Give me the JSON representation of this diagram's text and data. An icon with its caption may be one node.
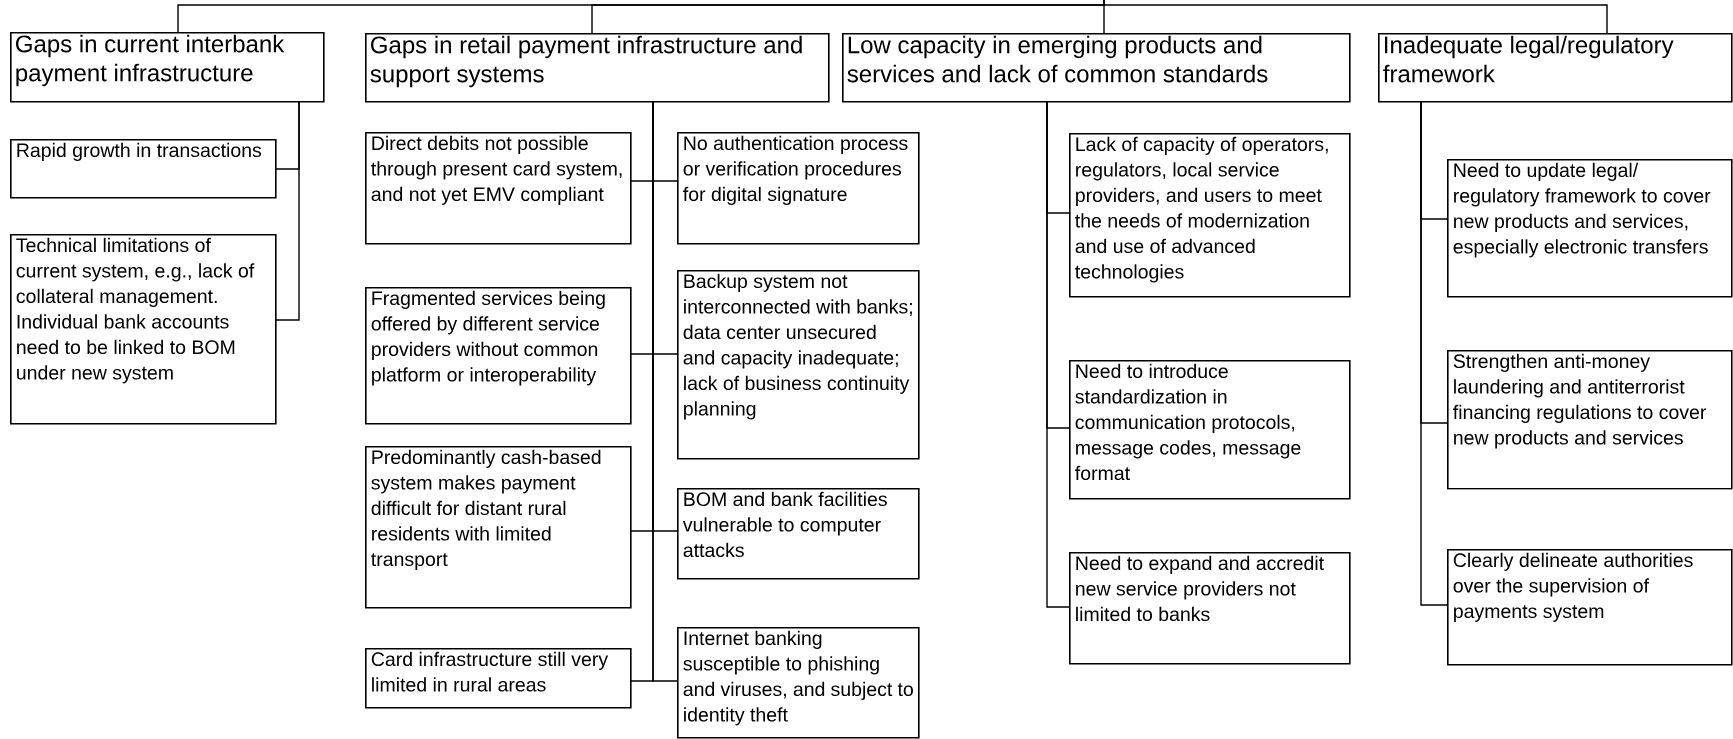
{
  "diagram": {
    "nodes": [
      {
        "text": [
          "Gaps in current interbank payment infrastructure"
        ]
      },
      {
        "text": [
          "Gaps in retail payment infrastructure and support systems"
        ]
      },
      {
        "text": [
          "Low capacity in emerging products and services and lack of common standards"
        ]
      },
      {
        "text": [
          "Inadequate legal/regulatory framework"
        ]
      },
      {
        "text": [
          "Rapid growth in transactions"
        ]
      },
      {
        "text": [
          "Technical limitations of current system, e.g., lack of collateral management. Individual bank accounts need to be linked to BOM under new system"
        ]
      },
      {
        "text": [
          "Direct debits not possible through present card system, and not yet EMV compliant"
        ]
      },
      {
        "text": [
          "No authentication process or verification procedures for digital signature"
        ]
      },
      {
        "text": [
          "Fragmented services being offered by different service providers without common platform or interoperability"
        ]
      },
      {
        "text": [
          "Backup system not interconnected with banks; data center unsecured and capacity inadequate; lack of business continuity planning"
        ]
      },
      {
        "text": [
          "Predominantly cash-based system makes payment difficult for distant rural residents with limited transport"
        ]
      },
      {
        "text": [
          "BOM and bank facilities vulnerable to computer attacks"
        ]
      },
      {
        "text": [
          "Card infrastructure still very limited in rural areas"
        ]
      },
      {
        "text": [
          "Internet banking susceptible to phishing and viruses, and subject to identity theft"
        ]
      },
      {
        "text": [
          "Lack of capacity of operators, regulators, local service providers, and users to meet the needs of modernization and use of advanced technologies"
        ]
      },
      {
        "text": [
          "Need to introduce standardization in communication protocols, message codes, message format"
        ]
      },
      {
        "text": [
          "Need to expand and accredit new service providers not limited to banks"
        ]
      },
      {
        "text": [
          "Need to update legal/ regulatory framework to cover new products and services, especially electronic transfers"
        ]
      },
      {
        "text": [
          "Strengthen anti-money laundering and antiterrorist financing regulations to cover new products and services"
        ]
      },
      {
        "text": [
          "Clearly delineate authorities over the supervision of payments system"
        ]
      }
    ],
    "edges": [
      {
        "from": null,
        "to": 0,
        "arrow": "none"
      },
      {
        "from": null,
        "to": 1,
        "arrow": "none"
      },
      {
        "from": null,
        "to": 2,
        "arrow": "none"
      },
      {
        "from": null,
        "to": 3,
        "arrow": "none"
      },
      {
        "from": 0,
        "to": 4,
        "arrow": "none"
      },
      {
        "from": 0,
        "to": 5,
        "arrow": "none"
      },
      {
        "from": 1,
        "to": 6,
        "arrow": "none"
      },
      {
        "from": 1,
        "to": 7,
        "arrow": "none"
      },
      {
        "from": 1,
        "to": 8,
        "arrow": "none"
      },
      {
        "from": 1,
        "to": 9,
        "arrow": "none"
      },
      {
        "from": 1,
        "to": 10,
        "arrow": "none"
      },
      {
        "from": 1,
        "to": 11,
        "arrow": "none"
      },
      {
        "from": 1,
        "to": 12,
        "arrow": "none"
      },
      {
        "from": 1,
        "to": 13,
        "arrow": "none"
      },
      {
        "from": 2,
        "to": 14,
        "arrow": "none"
      },
      {
        "from": 2,
        "to": 15,
        "arrow": "none"
      },
      {
        "from": 2,
        "to": 16,
        "arrow": "none"
      },
      {
        "from": 3,
        "to": 17,
        "arrow": "none"
      },
      {
        "from": 3,
        "to": 18,
        "arrow": "none"
      },
      {
        "from": 3,
        "to": 19,
        "arrow": "none"
      }
    ]
  }
}
